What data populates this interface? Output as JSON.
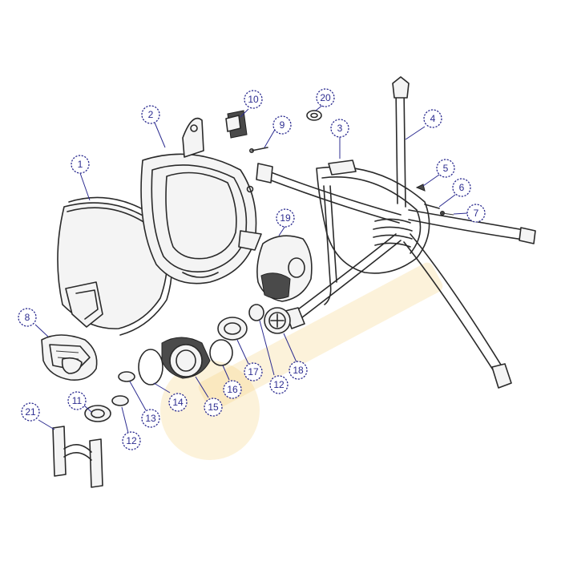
{
  "callouts": {
    "c1": "1",
    "c2": "2",
    "c3": "3",
    "c4": "4",
    "c5": "5",
    "c6": "6",
    "c7": "7",
    "c8": "8",
    "c9": "9",
    "c10": "10",
    "c11": "11",
    "c12a": "12",
    "c12b": "12",
    "c13": "13",
    "c14": "14",
    "c15": "15",
    "c16": "16",
    "c17": "17",
    "c18": "18",
    "c19": "19",
    "c20": "20",
    "c21": "21"
  },
  "colors": {
    "callout": "#2c2c90",
    "linework": "#2a2a2a",
    "watermark": "#f3d27a"
  }
}
